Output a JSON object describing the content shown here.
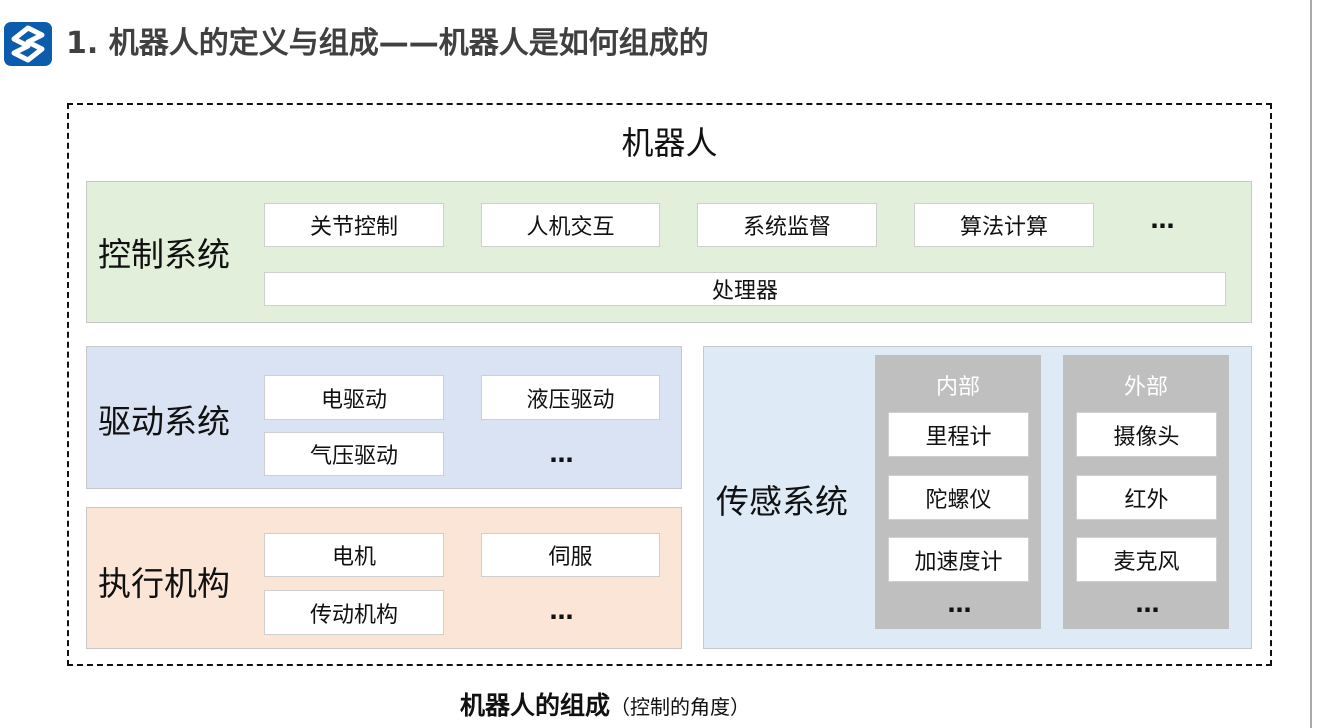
{
  "title": "1. 机器人的定义与组成——机器人是如何组成的",
  "root": "机器人",
  "control": {
    "label": "控制系统",
    "items": [
      "关节控制",
      "人机交互",
      "系统监督",
      "算法计算"
    ],
    "more": "…",
    "processor": "处理器"
  },
  "drive": {
    "label": "驱动系统",
    "items": [
      "电驱动",
      "液压驱动",
      "气压驱动"
    ],
    "more": "…"
  },
  "actuator": {
    "label": "执行机构",
    "items": [
      "电机",
      "伺服",
      "传动机构"
    ],
    "more": "…"
  },
  "sensing": {
    "label": "传感系统",
    "internal": {
      "label": "内部",
      "items": [
        "里程计",
        "陀螺仪",
        "加速度计"
      ],
      "more": "…"
    },
    "external": {
      "label": "外部",
      "items": [
        "摄像头",
        "红外",
        "麦克风"
      ],
      "more": "…"
    }
  },
  "caption": {
    "main": "机器人的组成",
    "sub": "（控制的角度）"
  },
  "colors": {
    "logo": "#0b5cad",
    "control": "#e2efda",
    "drive": "#dae3f3",
    "actuator": "#fbe5d6",
    "sensing": "#deebf7",
    "sensor_group": "#bfbfbf"
  }
}
